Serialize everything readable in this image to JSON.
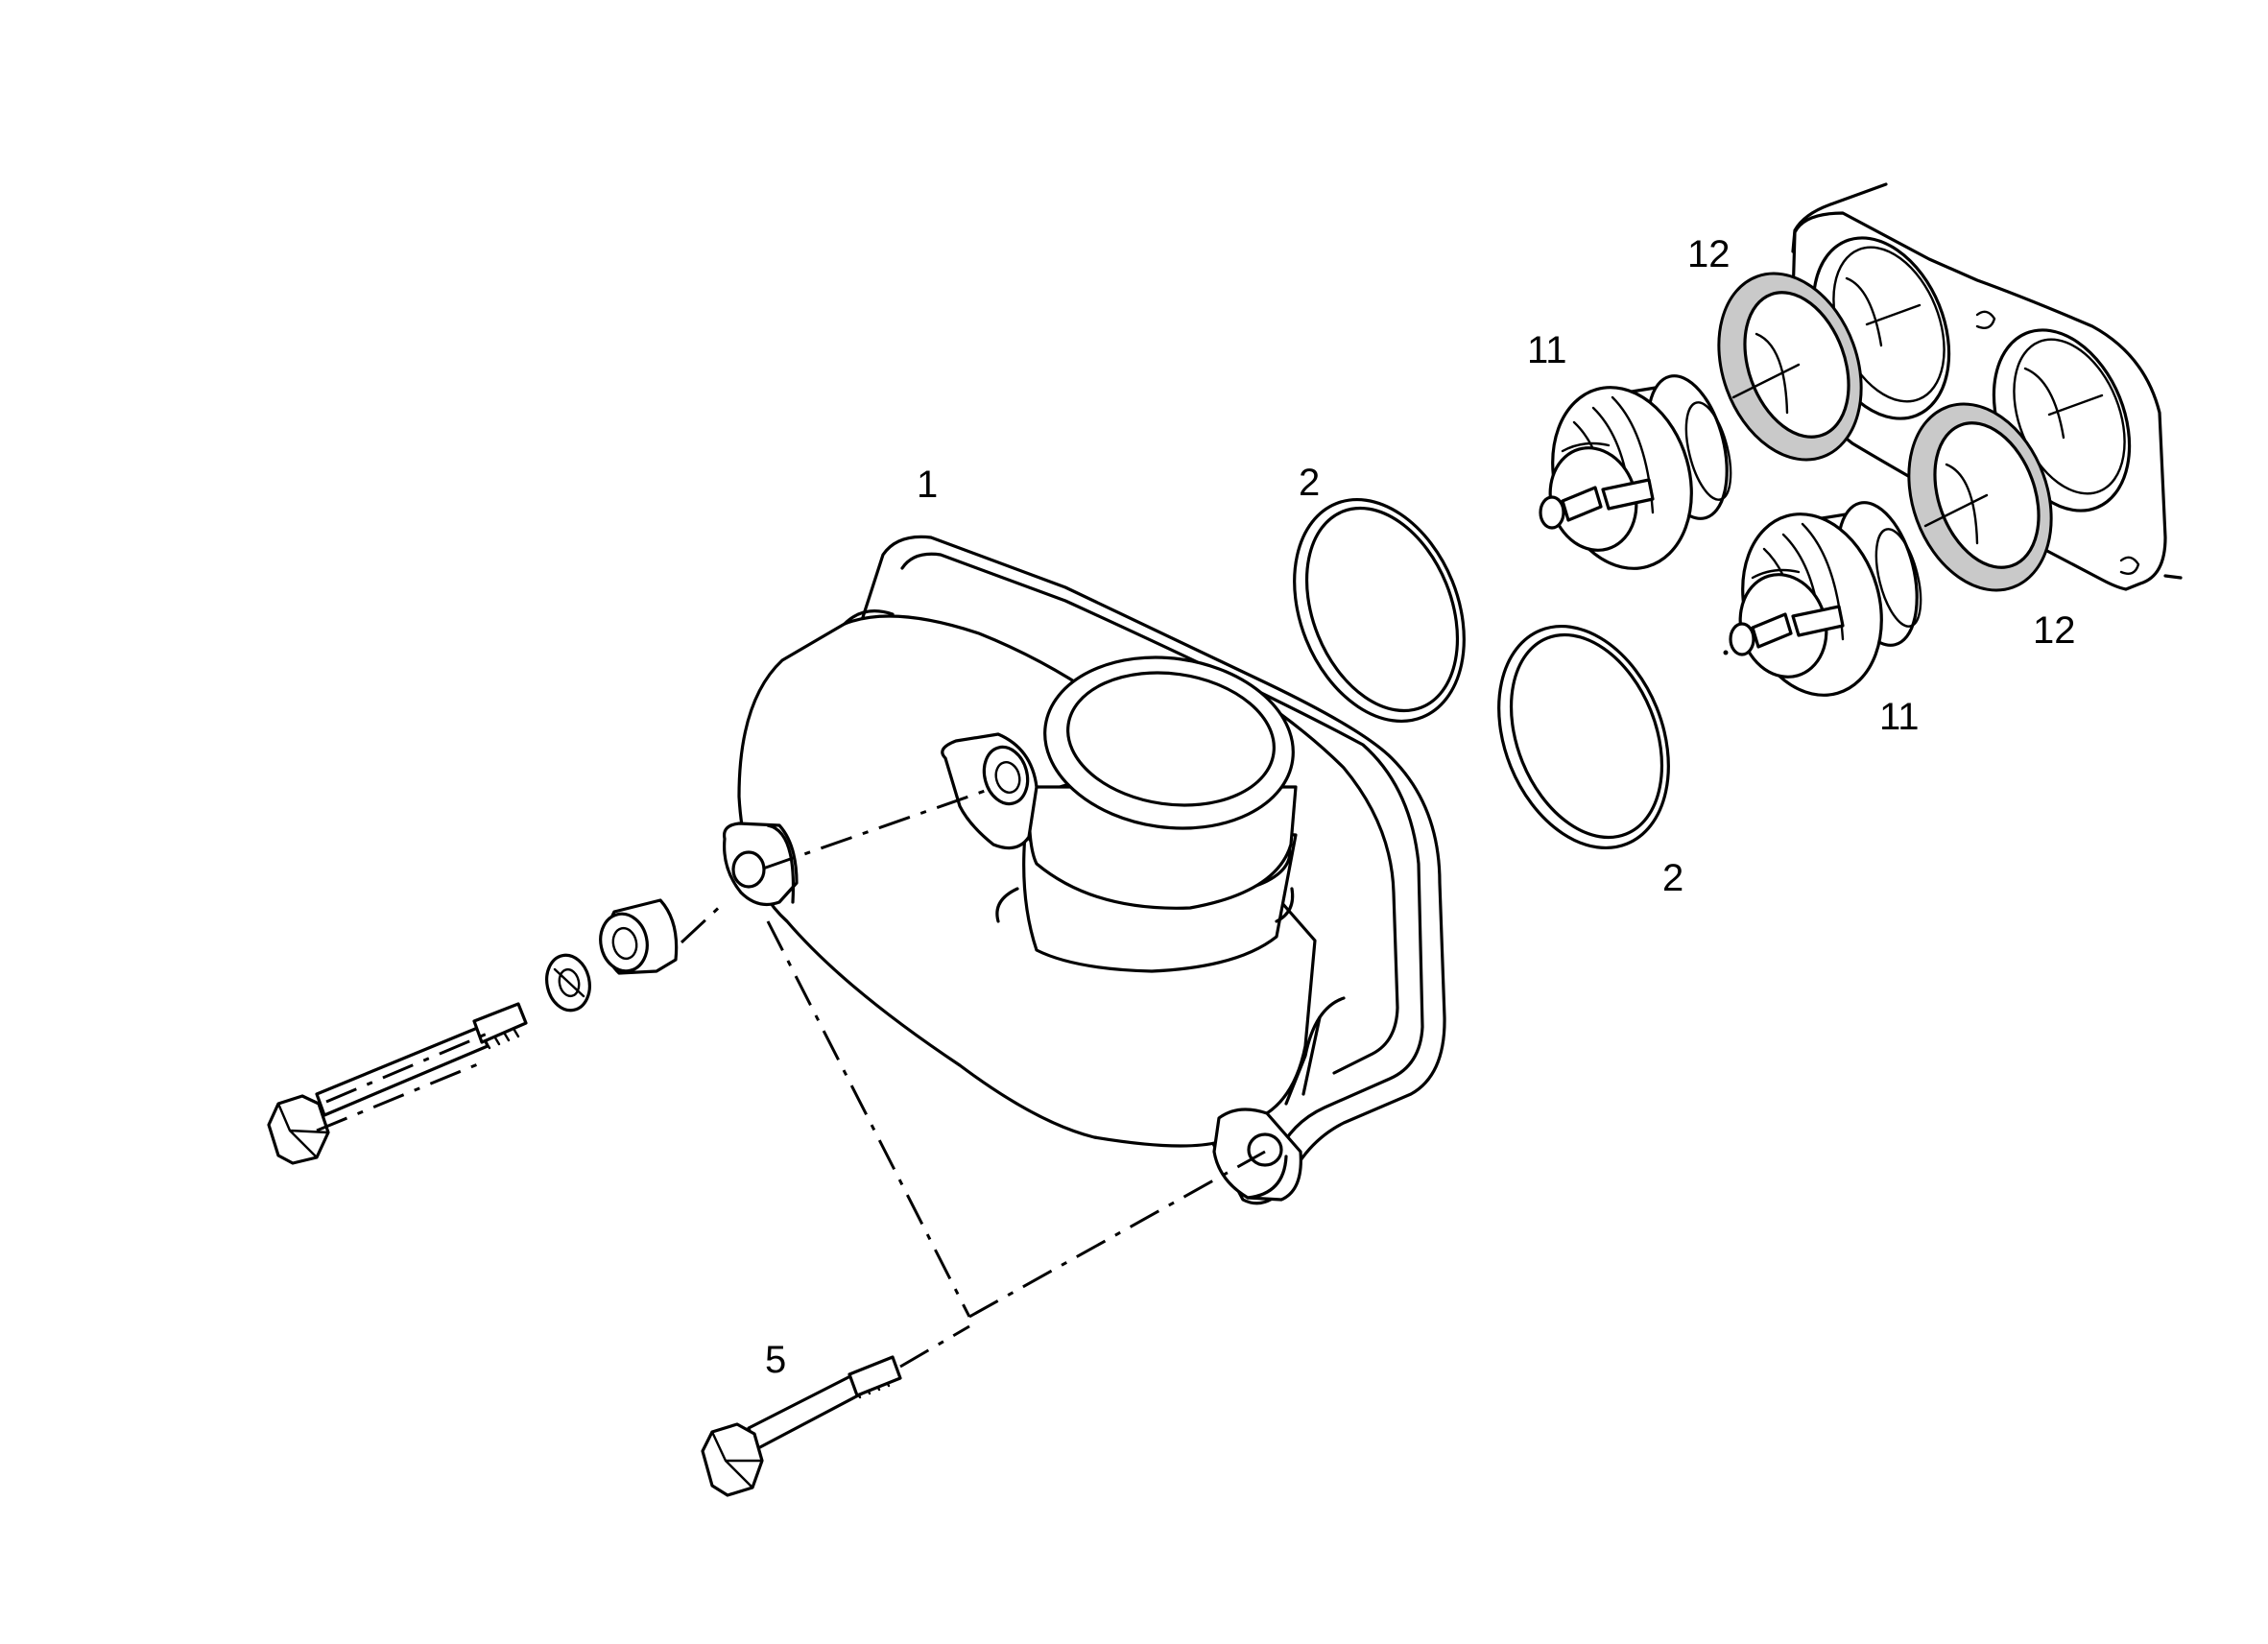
{
  "callouts": {
    "housing": "1",
    "seal_upper": "2",
    "seal_lower": "2",
    "screw": "5",
    "thermostat_upper": "11",
    "thermostat_lower": "11",
    "gasket_upper": "12",
    "gasket_lower": "12"
  }
}
